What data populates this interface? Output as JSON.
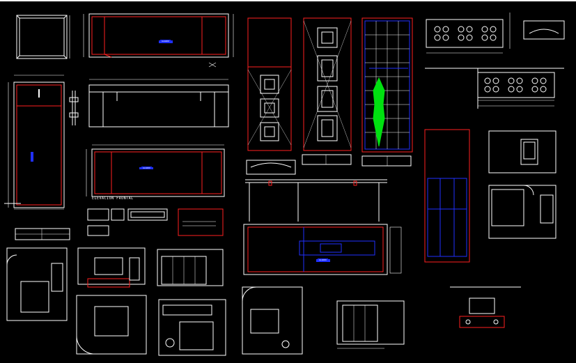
{
  "drawing": {
    "background": "#000000",
    "colors": {
      "outline": "#ffffff",
      "wall": "#ff2020",
      "accent": "#2030ff",
      "fill": "#00e010"
    }
  },
  "labels": {
    "elevation_caption": "ELEVACION FRONTAL",
    "blue_tag_a": "ALZADO",
    "blue_tag_b": "ALZADO",
    "blue_tag_c": "ALZADO"
  }
}
